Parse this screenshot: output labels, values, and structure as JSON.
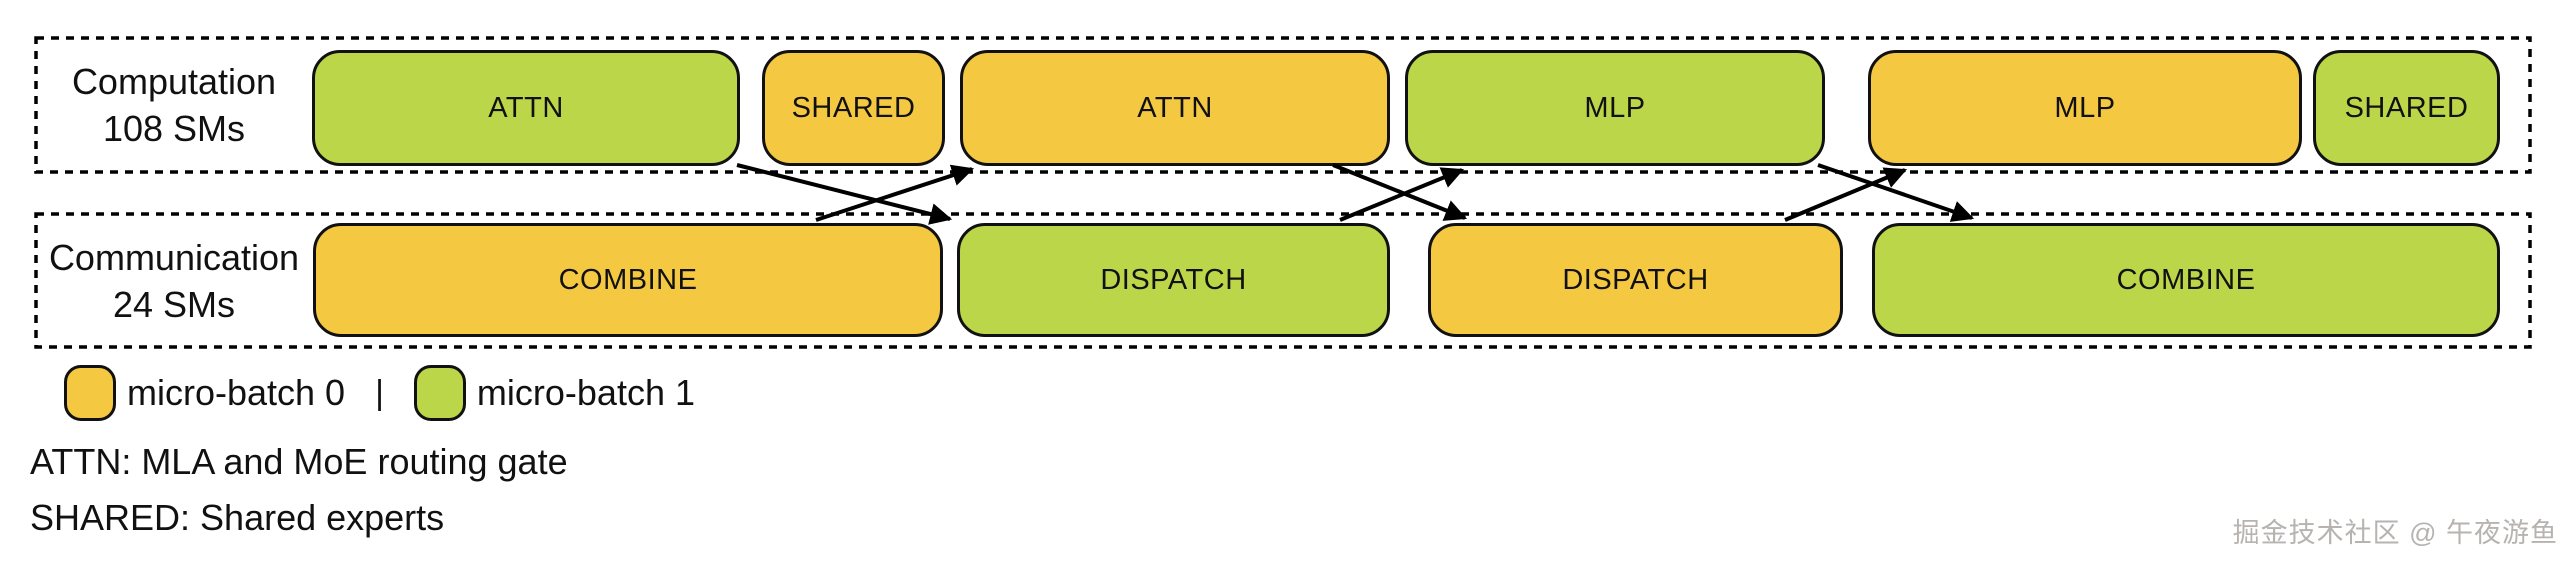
{
  "colors": {
    "micro_batch_0": "#f5c842",
    "micro_batch_1": "#bcd649",
    "outline": "#111111",
    "watermark_gray": "#b6b3b0"
  },
  "rows": {
    "computation": {
      "label_line1": "Computation",
      "label_line2": "108 SMs",
      "blocks": [
        {
          "label": "ATTN",
          "batch": "micro-batch 1"
        },
        {
          "label": "SHARED",
          "batch": "micro-batch 0"
        },
        {
          "label": "ATTN",
          "batch": "micro-batch 0"
        },
        {
          "label": "MLP",
          "batch": "micro-batch 1"
        },
        {
          "label": "MLP",
          "batch": "micro-batch 0"
        },
        {
          "label": "SHARED",
          "batch": "micro-batch 1"
        }
      ]
    },
    "communication": {
      "label_line1": "Communication",
      "label_line2": "24 SMs",
      "blocks": [
        {
          "label": "COMBINE",
          "batch": "micro-batch 0"
        },
        {
          "label": "DISPATCH",
          "batch": "micro-batch 1"
        },
        {
          "label": "DISPATCH",
          "batch": "micro-batch 0"
        },
        {
          "label": "COMBINE",
          "batch": "micro-batch 1"
        }
      ]
    }
  },
  "legend": {
    "separator": "|",
    "items": [
      {
        "label": "micro-batch 0",
        "color": "#f5c842"
      },
      {
        "label": "micro-batch 1",
        "color": "#bcd649"
      }
    ]
  },
  "notes": [
    "ATTN: MLA and MoE routing gate",
    "SHARED: Shared experts"
  ],
  "watermark": "掘金技术社区 @ 午夜游鱼"
}
